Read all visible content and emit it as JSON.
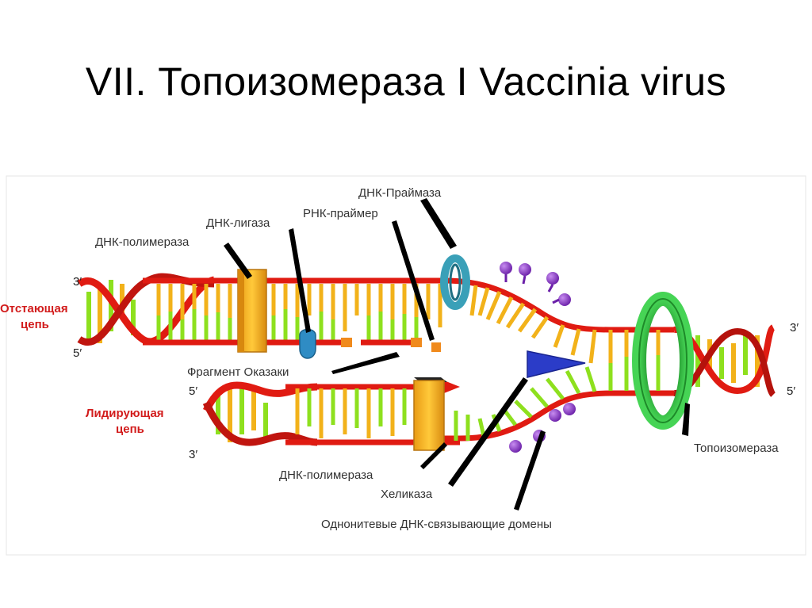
{
  "slide": {
    "title": "VII. Топоизомераза I Vaccinia virus"
  },
  "diagram": {
    "strands": {
      "lagging": "Отстающая",
      "lagging2": "цепь",
      "leading": "Лидирующая",
      "leading2": "цепь"
    },
    "ends": {
      "left_top_3": "3′",
      "left_top_5": "5′",
      "left_bottom_5": "5′",
      "left_bottom_3": "3′",
      "right_3": "3′",
      "right_5": "5′"
    },
    "labels": {
      "primase": "ДНК-Праймаза",
      "rna_primer": "РНК-праймер",
      "ligase": "ДНК-лигаза",
      "polymerase_top": "ДНК-полимераза",
      "okazaki": "Фрагмент Оказаки",
      "polymerase_bottom": "ДНК-полимераза",
      "helicase": "Хеликаза",
      "ssb": "Однонитевые ДНК-связывающие домены",
      "topoisomerase": "Топоизомераза"
    },
    "colors": {
      "backbone": "#e01b12",
      "base_green": "#8ee01e",
      "base_yellow": "#f2b21a",
      "polymerase": "#f5b21c",
      "primase": "#3aa0b8",
      "ligase": "#2f8cc4",
      "helicase": "#2b3cc8",
      "topoisomerase": "#28b838",
      "ssb": "#8b2ecb"
    }
  }
}
